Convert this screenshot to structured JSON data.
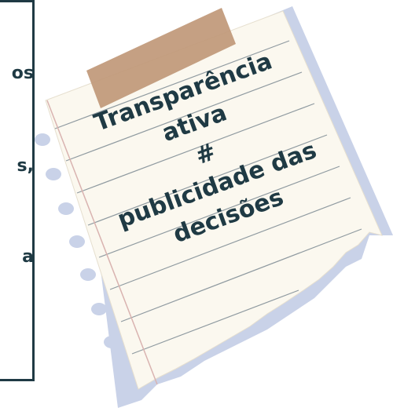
{
  "side_panel": {
    "fragments": [
      "os",
      "s,",
      "a"
    ]
  },
  "note": {
    "lines": [
      "Transparência",
      "ativa",
      "#",
      "publicidade das",
      "decisões"
    ]
  },
  "colors": {
    "text": "#1f3a44",
    "panel_border": "#1f3a44",
    "paper": "#fbf8ef",
    "tape": "#c09878",
    "ruled_line": "#8f9aa0",
    "margin_line": "#d9b3b0",
    "shadow": "#c9d2e8"
  }
}
